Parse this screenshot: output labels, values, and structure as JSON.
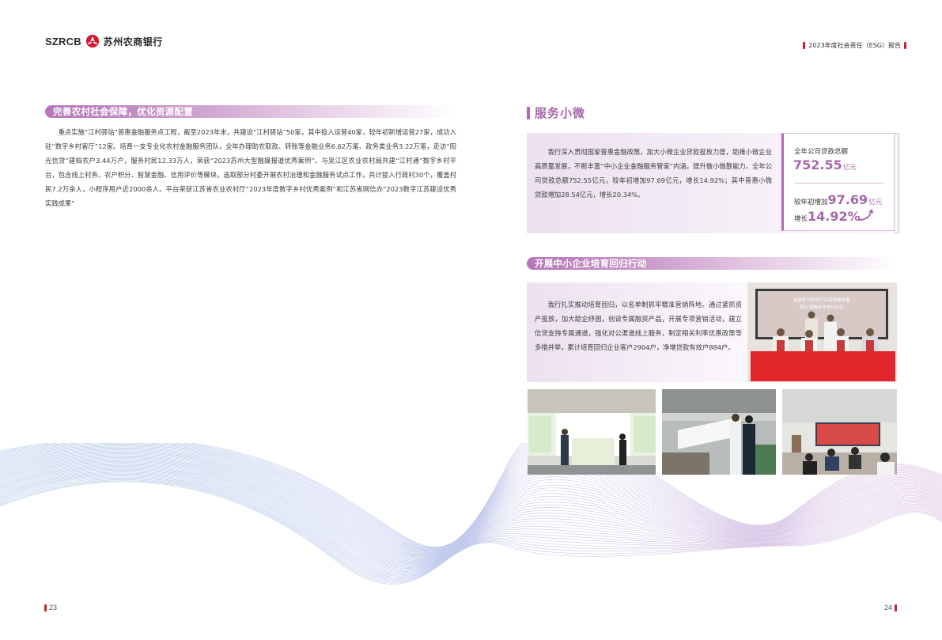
{
  "header": {
    "logo_en": "SZRCB",
    "logo_cn": "苏州农商银行",
    "report_title": "2023年度社会责任（ESG）报告"
  },
  "left_page": {
    "section_title": "完善农村社会保障，优化资源配置",
    "paragraph": "重点实施“江村驿站”普惠金融服务点工程，截至2023年末，共建设“江村驿站”50家，其中投入运营40家，较年初新增运营27家，成功入驻“数字乡村客厅”12家。培育一支专业化农村金融服务团队，全年办理助农取款、转账等金融业务6.62万笔、政务类业务3.22万笔，走访“阳光信贷”建档农户3.44万户，服务村民12.33万人，荣获“2023苏州大型融媒报道优秀案例”。与吴江区农业农村局共建“江村通”数字乡村平台，包含线上村务、农户积分、智慧金融、信用评价等模块，选取部分村委开展农村治理和金融服务试点工作，共计接入行政村30个，覆盖村民7.2万余人，小程序用户近2000余人。平台荣获江苏省农业农村厅“2023年度数字乡村优秀案例”和江苏省网信办“2023数字江苏建设优秀实践成果”",
    "page_number": "23"
  },
  "right_page": {
    "heading": "服务小微",
    "intro_paragraph": "我行深入贯彻国家普惠金融政策，加大小微企业贷款投放力度，助推小微企业高质量发展，不断丰富“中小企业金融服务管家”内涵，提升做小做散能力。全年公司贷款总额752.55亿元，较年初增加97.69亿元，增长14.92%；其中普惠小微贷款增加28.54亿元，增长20.34%。",
    "stats": {
      "total_label": "全年公司贷款总额",
      "total_value": "752.55",
      "total_unit": "亿元",
      "increase_label": "较年初增加",
      "increase_value": "97.69",
      "increase_unit": "亿元",
      "growth_label": "增长",
      "growth_value": "14.92%",
      "growth_icon": "arrow-up-icon"
    },
    "section_title": "开展中小企业培育回归行动",
    "cultivation_paragraph": "我行扎实推动培育回归，以名单制抓牢精准营销阵地。通过紧抓资产投放，加大助企纾困，创设专属融资产品，开展专项营销活动，建立信贷支持专属通道，强化对公渠道线上服务，制定相关利率优惠政策等多措并举，累计培育回归企业客户2904户，净增贷款有效户884户。",
    "photos": {
      "signing_banner_line1": "金融助力环保产业高质量发展",
      "signing_banner_line2": "银企战略合作签约仪式"
    },
    "page_number": "24"
  },
  "colors": {
    "accent_purple": "#a667ab",
    "brand_red": "#d6182f"
  }
}
